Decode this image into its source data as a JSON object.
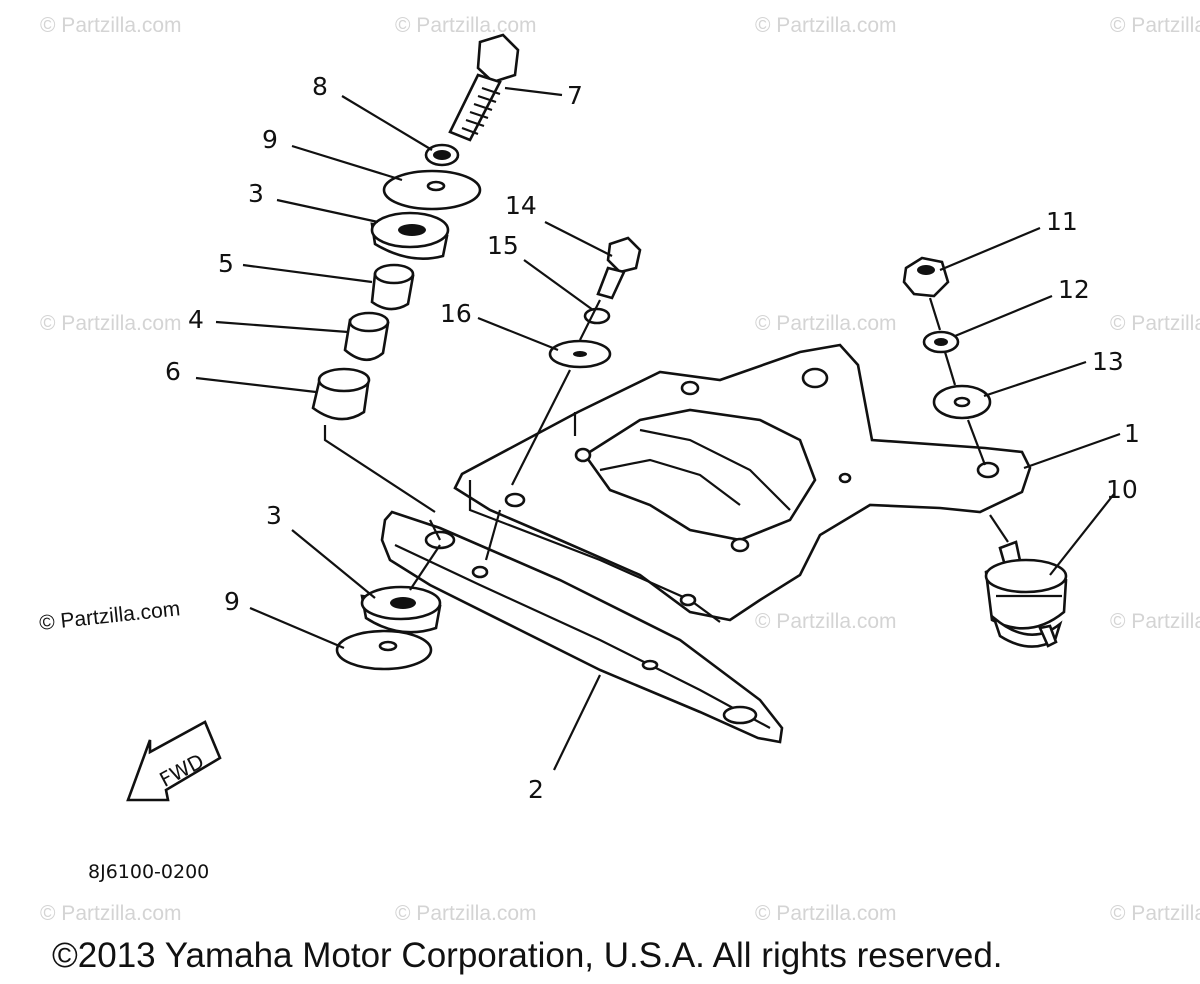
{
  "watermark": "© Partzilla.com",
  "callouts": [
    {
      "id": "label-7",
      "text": "7"
    },
    {
      "id": "label-8",
      "text": "8"
    },
    {
      "id": "label-9-top",
      "text": "9"
    },
    {
      "id": "label-3-top",
      "text": "3"
    },
    {
      "id": "label-5",
      "text": "5"
    },
    {
      "id": "label-4",
      "text": "4"
    },
    {
      "id": "label-6",
      "text": "6"
    },
    {
      "id": "label-14",
      "text": "14"
    },
    {
      "id": "label-15",
      "text": "15"
    },
    {
      "id": "label-16",
      "text": "16"
    },
    {
      "id": "label-11",
      "text": "11"
    },
    {
      "id": "label-12",
      "text": "12"
    },
    {
      "id": "label-13",
      "text": "13"
    },
    {
      "id": "label-1",
      "text": "1"
    },
    {
      "id": "label-10",
      "text": "10"
    },
    {
      "id": "label-3-bottom",
      "text": "3"
    },
    {
      "id": "label-9-bottom",
      "text": "9"
    },
    {
      "id": "label-2",
      "text": "2"
    }
  ],
  "fwd_label": "FWD",
  "diagram_code": "8J6100-0200",
  "copyright": "©2013 Yamaha Motor Corporation, U.S.A. All rights reserved."
}
